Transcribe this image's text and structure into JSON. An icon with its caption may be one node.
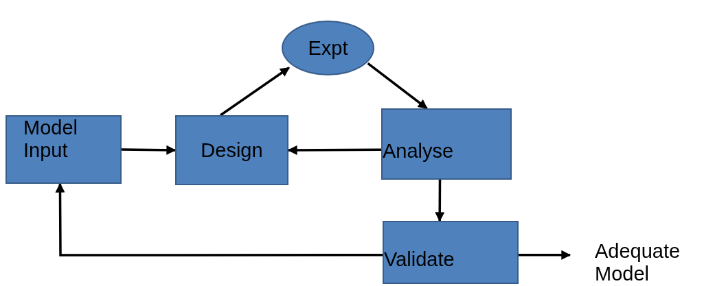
{
  "diagram": {
    "nodes": [
      {
        "text": [
          "Model Input"
        ]
      },
      {
        "text": [
          "Design"
        ]
      },
      {
        "text": [
          "Expt"
        ]
      },
      {
        "text": [
          "Analyse"
        ]
      },
      {
        "text": [
          "Validate"
        ]
      },
      {
        "text": [
          "Adequate Model"
        ]
      }
    ],
    "edges": [
      {
        "from": 0,
        "to": 1,
        "arrow": "to"
      },
      {
        "from": 1,
        "to": 2,
        "arrow": "to"
      },
      {
        "from": 2,
        "to": 3,
        "arrow": "to"
      },
      {
        "from": 3,
        "to": 1,
        "arrow": "to"
      },
      {
        "from": 3,
        "to": 4,
        "arrow": "to"
      },
      {
        "from": 4,
        "to": 0,
        "arrow": "to"
      },
      {
        "from": 4,
        "to": 5,
        "arrow": "to"
      }
    ]
  }
}
